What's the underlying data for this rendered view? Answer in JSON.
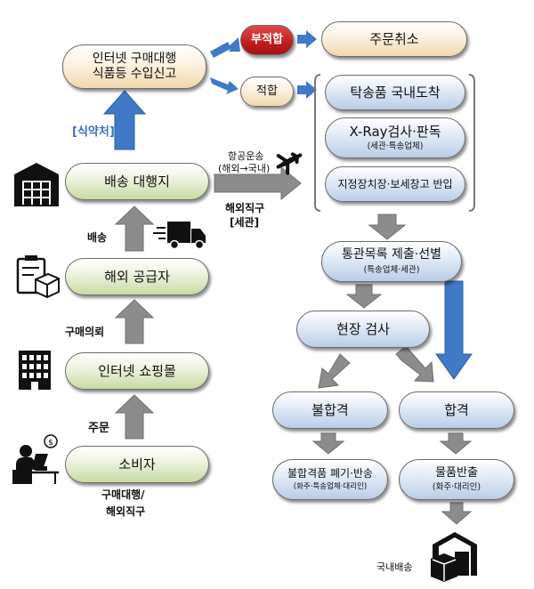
{
  "left": {
    "import_report": {
      "line1": "인터넷 구매대행",
      "line2": "식품등 수입신고"
    },
    "agent_label": "[식약처]",
    "shipping_agent": "배송 대행지",
    "delivery_label": "배송",
    "overseas_supplier": "해외 공급자",
    "purchase_request_label": "구매의뢰",
    "online_mall": "인터넷 쇼핑몰",
    "order_label": "주문",
    "consumer": "소비자",
    "consumer_caption": {
      "line1": "구매대행/",
      "line2": "해외직구"
    }
  },
  "middle": {
    "air_transport": {
      "line1": "항공운송",
      "line2": "(해외→국내)"
    },
    "direct_import": {
      "line1": "해외직구",
      "line2": "[세관]"
    }
  },
  "right": {
    "fail_badge": "부적합",
    "order_cancel": "주문취소",
    "pass_badge": "적합",
    "arrival": "탁송품 국내도착",
    "xray": {
      "title": "X-Ray검사·판독",
      "sub": "(세관·특송업체)"
    },
    "warehouse": "지정장치장·보세창고 반입",
    "clearance": {
      "title": "통관목록 제출·선별",
      "sub": "(특송업체·세관)"
    },
    "field_inspection": "현장 검사",
    "fail": "불합격",
    "pass": "합격",
    "disposal": {
      "title": "불합격품 폐기·반송",
      "sub": "(화주·특송업체·대리인)"
    },
    "release": {
      "title": "물품반출",
      "sub": "(화주·대리인)"
    },
    "domestic_delivery": "국내배송"
  },
  "colors": {
    "gray_arrow": "#8c8c8c",
    "blue_arrow": "#3f79c8",
    "red_badge": "#c21d1d",
    "agent_label": "#3a6fc4"
  }
}
